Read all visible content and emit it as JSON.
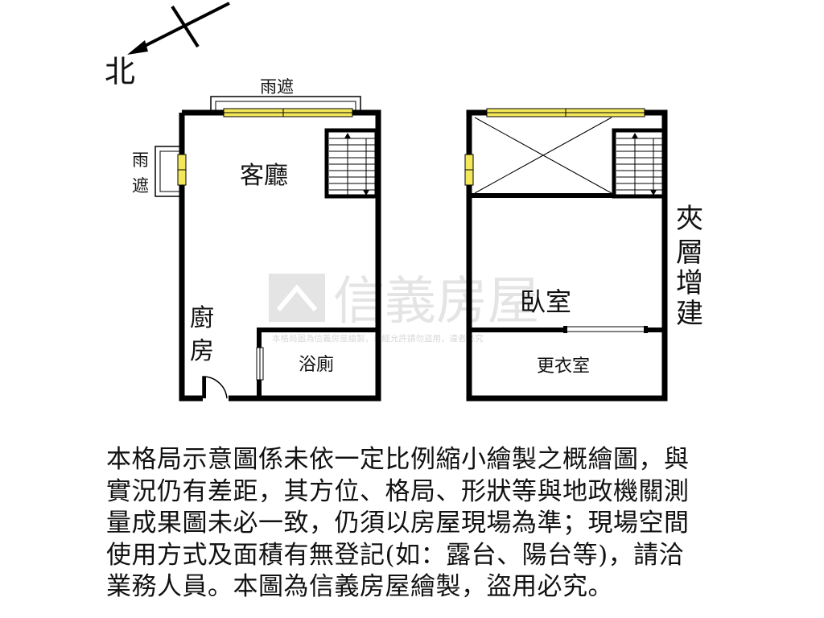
{
  "compass": {
    "north_label": "北"
  },
  "labels": {
    "canopy_top": "雨遮",
    "canopy_side_1": "雨",
    "canopy_side_2": "遮",
    "living_room": "客廳",
    "kitchen_1": "廚",
    "kitchen_2": "房",
    "bathroom": "浴廁",
    "bedroom": "臥室",
    "walk_in_closet": "更衣室",
    "mezzanine_1": "夾",
    "mezzanine_2": "層",
    "mezzanine_3": "增",
    "mezzanine_4": "建"
  },
  "watermark": {
    "brand": "信義房屋",
    "notice": "本格局圖為信義房屋繪製，未經允許請勿盜用，違者必究"
  },
  "disclaimer_lines": [
    "本格局示意圖係未依一定比例縮小繪製之概繪圖，與",
    "實況仍有差距，其方位、格局、形狀等與地政機關測",
    "量成果圖未必一致，仍須以房屋現場為準；現場空間",
    "使用方式及面積有無登記(如：露台、陽台等)，請洽",
    "業務人員。本圖為信義房屋繪製，盜用必究。"
  ],
  "colors": {
    "wall": "#000000",
    "window": "#f3e85a",
    "watermark": "#cfcfcf"
  }
}
